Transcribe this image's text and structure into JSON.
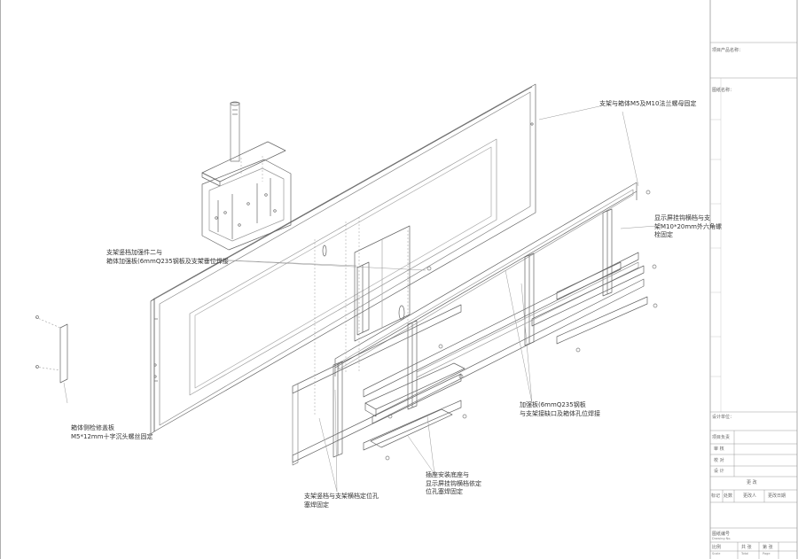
{
  "drawing": {
    "annotations": {
      "bracket_flange": "支架与箱体M5及M10法兰螺母固定",
      "display_hanger": "显示屏挂钩横档与支\n架M10*20mm外六角螺\n栓固定",
      "bracket_stiffener": "支架竖档加强件二与\n箱体加强板(6mmQ235钢板及支架垂位焊接",
      "stiffener_plate": "加强板(6mmQ235钢板\n与支架接缺口及箱体孔位焊接",
      "side_cover": "箱体侧检修盖板\nM5*12mm十字沉头螺丝固定",
      "socket_base": "插座安装底座与\n显示屏挂钩横档依定\n位孔塞焊固定",
      "upright_crossbar": "支架竖档与支架横档定位孔\n塞焊固定"
    }
  },
  "title_block": {
    "product_name_label": "项目产品名称：",
    "drawing_name_label": "图纸名称：",
    "design_unit_label": "设计单位：",
    "sign_label": "项目负责",
    "rows": [
      {
        "left": "审  核"
      },
      {
        "left": "校  对"
      },
      {
        "left": "设  计"
      }
    ],
    "change_title": "更  改",
    "change_headers": [
      "标记",
      "处数",
      "更改人",
      "更改日期"
    ],
    "drawing_no_label": "图纸编号",
    "drawing_no_sub": "Drawing No.",
    "footer": [
      "比例",
      "共  张",
      "第  张"
    ],
    "footer_sub": [
      "Scale",
      "Total",
      "Page"
    ]
  }
}
